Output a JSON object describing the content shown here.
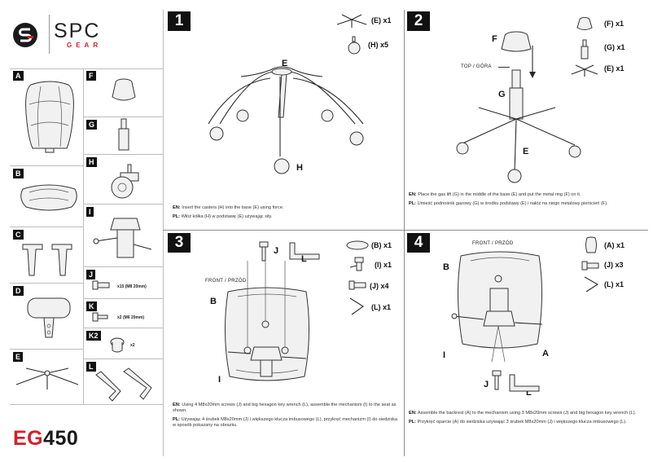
{
  "brand": {
    "name": "SPC",
    "sub": "GEAR"
  },
  "model": {
    "prefix": "EG",
    "number": "450"
  },
  "parts": [
    {
      "id": "A"
    },
    {
      "id": "F"
    },
    {
      "id": "B"
    },
    {
      "id": "G"
    },
    {
      "id": "C"
    },
    {
      "id": "H"
    },
    {
      "id": "D"
    },
    {
      "id": "I"
    },
    {
      "id": "E"
    },
    {
      "id": "J",
      "qty": "x15 (M8 20mm)"
    },
    {
      "id": "K",
      "qty": "x2 (M6 20mm)"
    },
    {
      "id": "K2",
      "qty": "x2"
    },
    {
      "id": "L"
    }
  ],
  "steps": [
    {
      "number": "1",
      "parts": [
        {
          "label": "(E) x1"
        },
        {
          "label": "(H) x5"
        }
      ],
      "labels": {
        "E": "E",
        "H": "H"
      },
      "en_prefix": "EN:",
      "en": " Insert the casters (H) into the base (E) using force.",
      "pl_prefix": "PL:",
      "pl": " Włóż kółka (H) w podstawę (E) używając siły."
    },
    {
      "number": "2",
      "parts": [
        {
          "label": "(F) x1"
        },
        {
          "label": "(G) x1"
        },
        {
          "label": "(E) x1"
        }
      ],
      "labels": {
        "F": "F",
        "G": "G",
        "E": "E",
        "top": "TOP / GÓRA"
      },
      "en_prefix": "EN:",
      "en": " Place the gas lift (G) in the middle of the base (E) and put the metal ring (F) on it.",
      "pl_prefix": "PL:",
      "pl": " Umieść podnośnik gazowy (G) w środku podstawy (E) i nałóż na niego metalowy pierścień (F)."
    },
    {
      "number": "3",
      "parts": [
        {
          "label": "(B) x1"
        },
        {
          "label": "(I) x1"
        },
        {
          "label": "(J) x4"
        },
        {
          "label": "(L) x1"
        }
      ],
      "labels": {
        "J": "J",
        "L": "L",
        "B": "B",
        "I": "I",
        "front": "FRONT / PRZÓD"
      },
      "en_prefix": "EN:",
      "en": " Using 4 M8x20mm screws (J) and big hexagon key wrench (L), assemble the mechanism (I) to the seat as shown.",
      "pl_prefix": "PL:",
      "pl": " Używając 4 śrubek M8x20mm (J) i większego klucza imbusowego (L), przykręć mechanizm (I) do siedziska w sposób pokazany na obrazku."
    },
    {
      "number": "4",
      "parts": [
        {
          "label": "(A) x1"
        },
        {
          "label": "(J) x3"
        },
        {
          "label": "(L) x1"
        }
      ],
      "labels": {
        "B": "B",
        "I": "I",
        "A": "A",
        "J": "J",
        "L": "L",
        "front": "FRONT / PRZÓD"
      },
      "en_prefix": "EN:",
      "en": " Assemble the backrest (A) to the mechanism using 3 M8x20mm screws (J) and big hexagon key wrench (L).",
      "pl_prefix": "PL:",
      "pl": " Przykręć oparcie (A) do siedziska używając 3 śrubek M8x20mm (J) i większego klucza imbusowego (L)."
    }
  ]
}
